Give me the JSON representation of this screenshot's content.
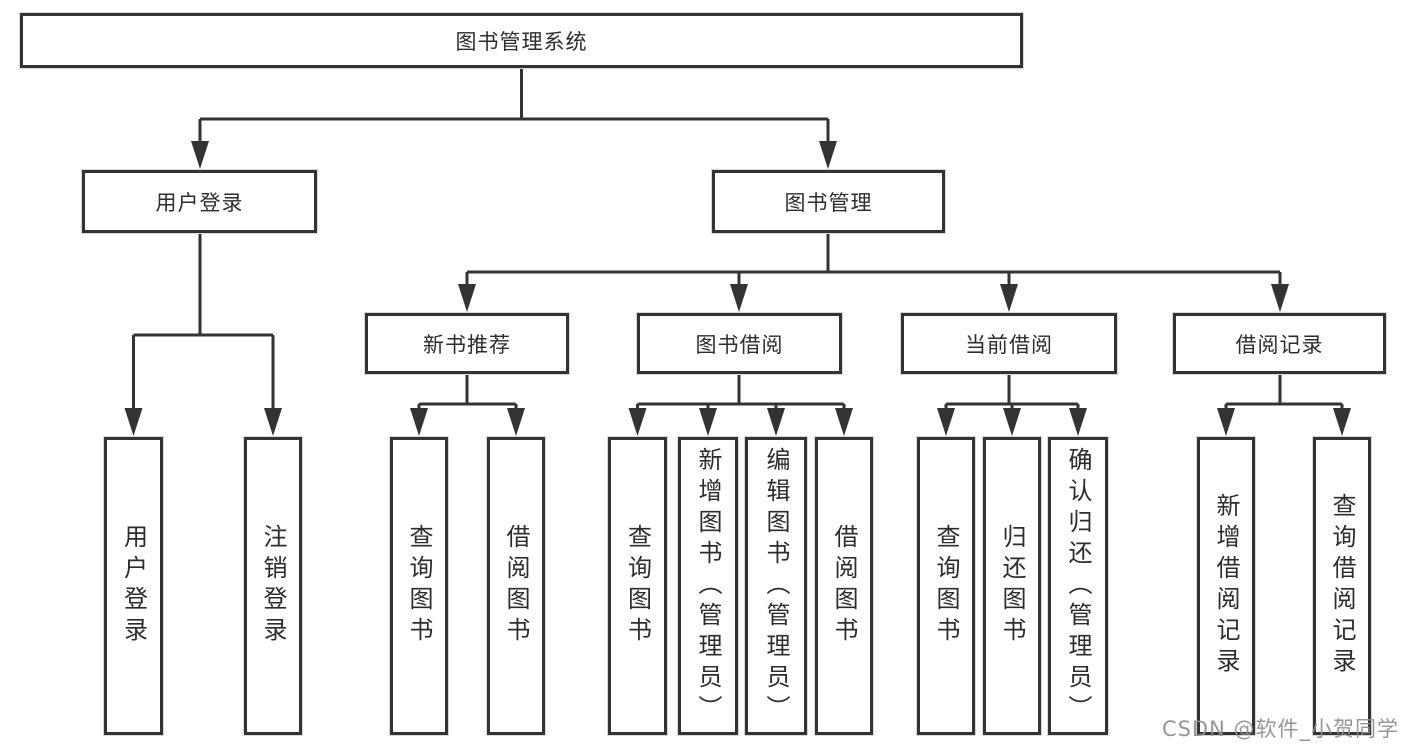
{
  "tree": {
    "root": {
      "label": "图书管理系统",
      "children": [
        {
          "label": "用户登录",
          "children": [
            {
              "label": "用户登录"
            },
            {
              "label": "注销登录"
            }
          ]
        },
        {
          "label": "图书管理",
          "children": [
            {
              "label": "新书推荐",
              "children": [
                {
                  "label": "查询图书"
                },
                {
                  "label": "借阅图书"
                }
              ]
            },
            {
              "label": "图书借阅",
              "children": [
                {
                  "label": "查询图书"
                },
                {
                  "label": "新增图书（管理员）"
                },
                {
                  "label": "编辑图书（管理员）"
                },
                {
                  "label": "借阅图书"
                }
              ]
            },
            {
              "label": "当前借阅",
              "children": [
                {
                  "label": "查询图书"
                },
                {
                  "label": "归还图书"
                },
                {
                  "label": "确认归还（管理员）"
                }
              ]
            },
            {
              "label": "借阅记录",
              "children": [
                {
                  "label": "新增借阅记录"
                },
                {
                  "label": "查询借阅记录"
                }
              ]
            }
          ]
        }
      ]
    }
  },
  "watermark": {
    "text": "CSDN @软件_小贺同学"
  },
  "colors": {
    "line": "#333333",
    "box_border": "#333333",
    "text": "#2d2d2d",
    "watermark": "#8d8d94",
    "background": "#ffffff"
  }
}
